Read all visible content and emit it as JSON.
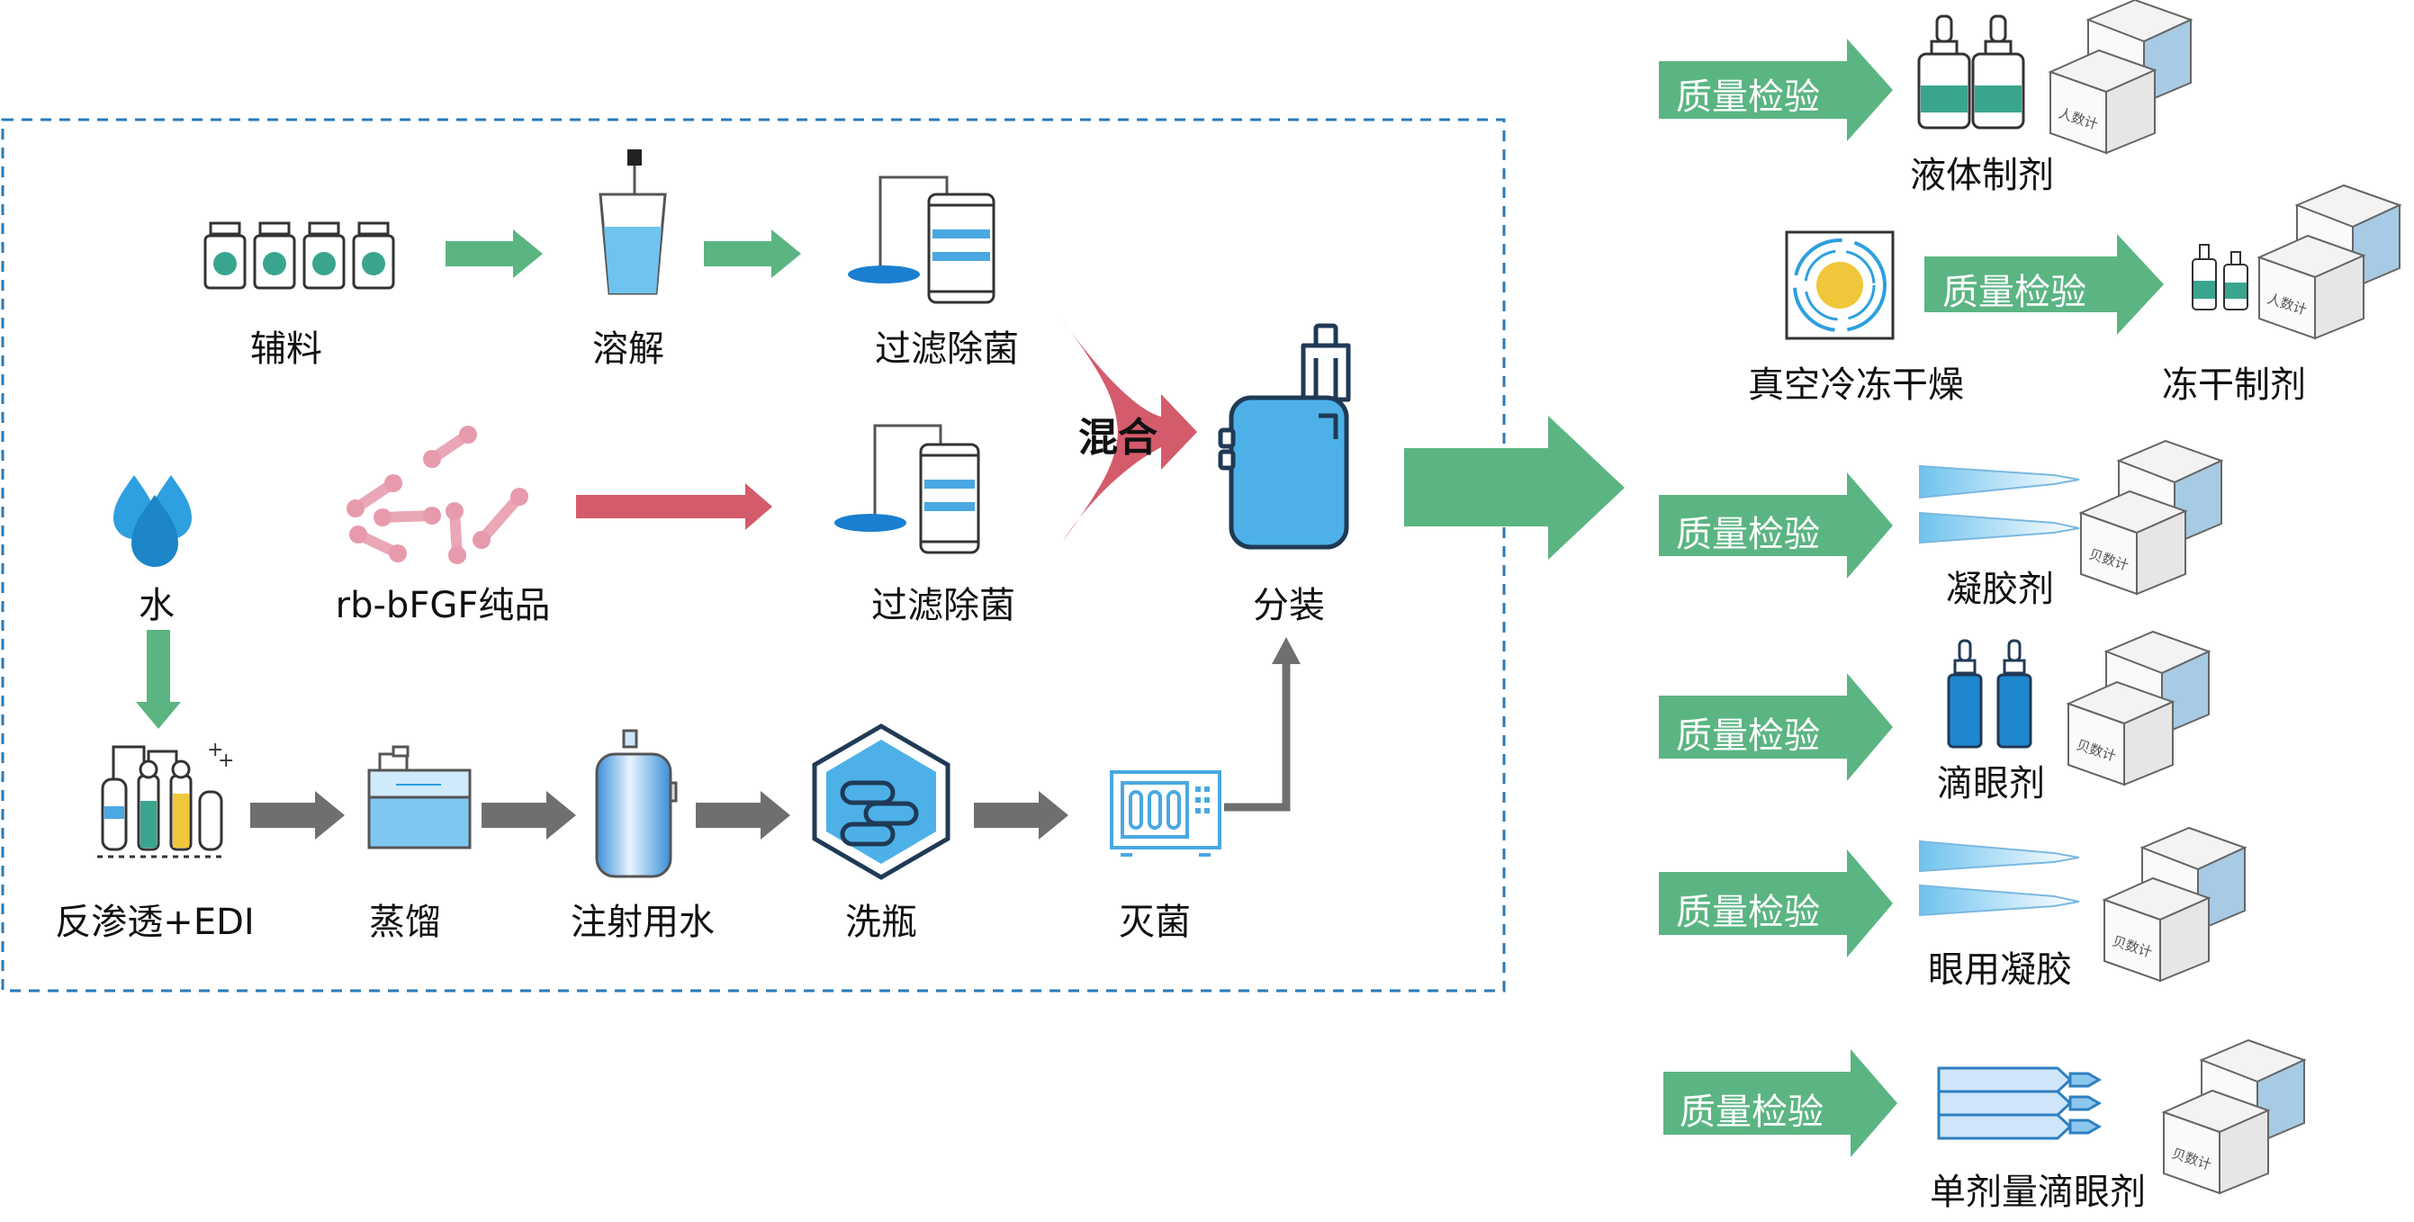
{
  "colors": {
    "green": "#5bb582",
    "red": "#d45b6b",
    "gray": "#6f6f6f",
    "blue": "#4aa8e2",
    "teal": "#3aa58f",
    "dashed_border": "#2a7ab8"
  },
  "nodes": {
    "excipient": "辅料",
    "dissolve": "溶解",
    "filter1": "过滤除菌",
    "water": "水",
    "rb_bfgf": "rb-bFGF纯品",
    "filter2": "过滤除菌",
    "mix": "混合",
    "fill": "分装",
    "ro_edi": "反渗透+EDI",
    "distill": "蒸馏",
    "wfi": "注射用水",
    "wash": "洗瓶",
    "sterilize": "灭菌",
    "freeze_dry": "真空冷冻干燥"
  },
  "quality_label": "质量检验",
  "box_label_a": "人数计",
  "box_label_b": "贝数计",
  "products": [
    {
      "name": "液体制剂",
      "icon": "dropper-bottles-icon"
    },
    {
      "name": "冻干制剂",
      "icon": "vials-icon"
    },
    {
      "name": "凝胶剂",
      "icon": "gel-tubes-icon"
    },
    {
      "name": "滴眼剂",
      "icon": "eye-drop-bottles-icon"
    },
    {
      "name": "眼用凝胶",
      "icon": "eye-gel-tubes-icon"
    },
    {
      "name": "单剂量滴眼剂",
      "icon": "single-dose-ampoules-icon"
    }
  ]
}
